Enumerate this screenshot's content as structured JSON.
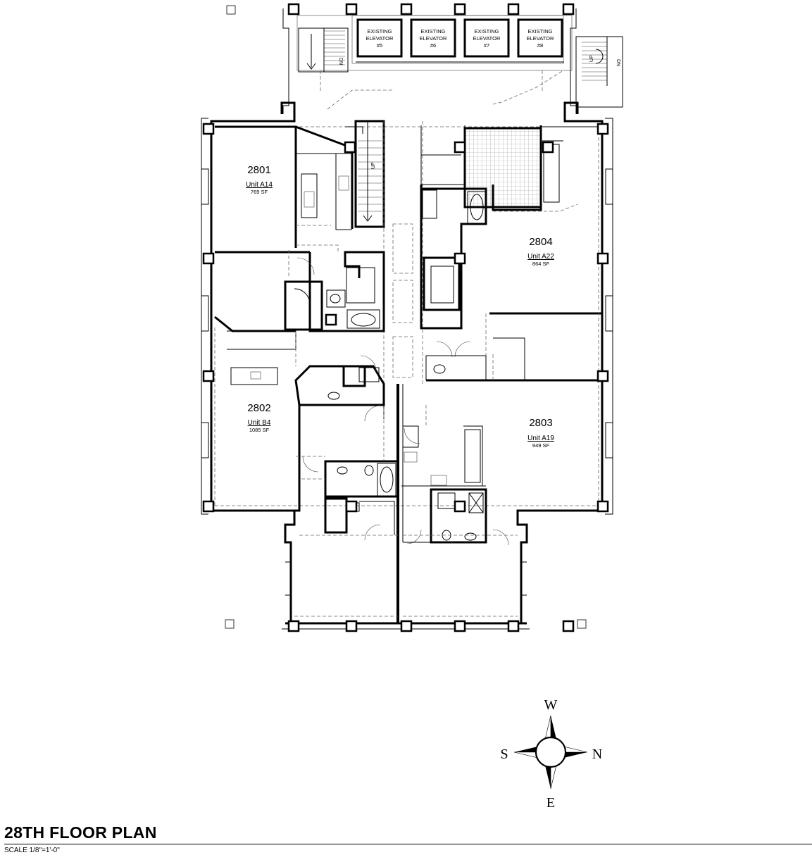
{
  "units": [
    {
      "number": "2801",
      "type": "Unit A14",
      "area": "769 SF"
    },
    {
      "number": "2802",
      "type": "Unit B4",
      "area": "1085 SF"
    },
    {
      "number": "2803",
      "type": "Unit A19",
      "area": "949 SF"
    },
    {
      "number": "2804",
      "type": "Unit A22",
      "area": "864 SF"
    }
  ],
  "elevators": [
    {
      "line1": "EXISTING",
      "line2": "ELEVATOR",
      "num": "#5"
    },
    {
      "line1": "EXISTING",
      "line2": "ELEVATOR",
      "num": "#6"
    },
    {
      "line1": "EXISTING",
      "line2": "ELEVATOR",
      "num": "#7"
    },
    {
      "line1": "EXISTING",
      "line2": "ELEVATOR",
      "num": "#8"
    }
  ],
  "stairs": {
    "up": "UP",
    "dn": "DN"
  },
  "compass": {
    "north": "N",
    "south": "S",
    "east": "E",
    "west": "W"
  },
  "title": "28TH FLOOR PLAN",
  "scale": "SCALE 1/8\"=1'-0\""
}
